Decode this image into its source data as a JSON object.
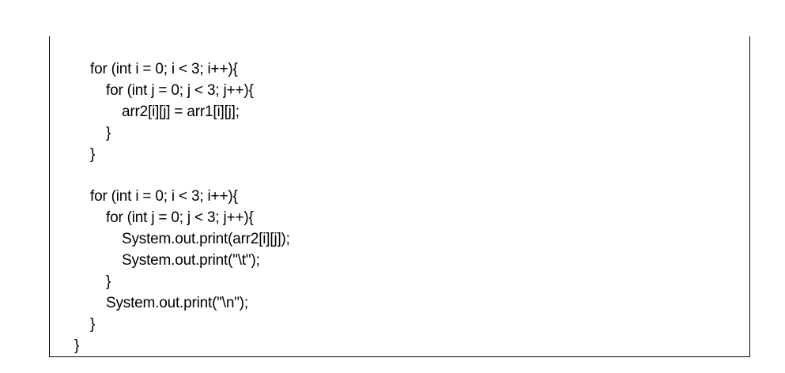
{
  "code": {
    "lines": [
      "for (int i = 0; i < 3; i++){",
      "for (int j = 0; j < 3; j++){",
      "arr2[i][j] = arr1[i][j];",
      "}",
      "}",
      "for (int i = 0; i < 3; i++){",
      "for (int j = 0; j < 3; j++){",
      "System.out.print(arr2[i][j]);",
      "System.out.print(\"\\t\");",
      "}",
      "System.out.print(\"\\n\");",
      "}",
      "}"
    ]
  }
}
